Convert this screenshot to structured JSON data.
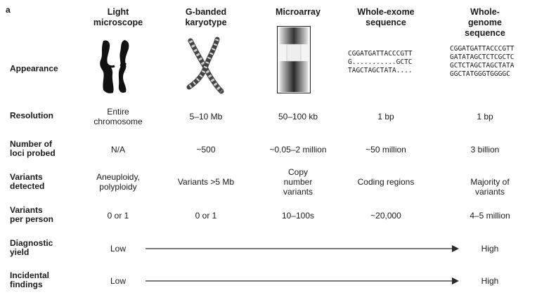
{
  "panel_label": "a",
  "columns": [
    {
      "title": "Light\nmicroscope"
    },
    {
      "title": "G-banded\nkaryotype"
    },
    {
      "title": "Microarray"
    },
    {
      "title": "Whole-exome\nsequence"
    },
    {
      "title": "Whole-genome\nsequence"
    }
  ],
  "rows": {
    "appearance": {
      "label": "Appearance",
      "exome_seq": "CGGATGATTACCCGTT\nG...........GCTC\nTAGCTAGCTATA....",
      "genome_seq": "CGGATGATTACCCGTT\nGATATAGCTCTCGCTC\nGCTCTAGCTAGCTATA\nGGCTATGGGTGGGGC"
    },
    "resolution": {
      "label": "Resolution",
      "values": [
        "Entire\nchromosome",
        "5–10 Mb",
        "50–100 kb",
        "1 bp",
        "1 bp"
      ]
    },
    "loci": {
      "label": "Number of\nloci probed",
      "values": [
        "N/A",
        "~500",
        "~0.05–2 million",
        "~50 million",
        "3 billion"
      ]
    },
    "variants_detected": {
      "label": "Variants\ndetected",
      "values": [
        "Aneuploidy,\npolyploidy",
        "Variants >5 Mb",
        "Copy\nnumber\nvariants",
        "Coding regions",
        "Majority of\nvariants"
      ]
    },
    "variants_per_person": {
      "label": "Variants\nper person",
      "values": [
        "0 or 1",
        "0 or 1",
        "10–100s",
        "~20,000",
        "4–5 million"
      ]
    },
    "diagnostic_yield": {
      "label": "Diagnostic\nyield",
      "low": "Low",
      "high": "High"
    },
    "incidental_findings": {
      "label": "Incidental\nfindings",
      "low": "Low",
      "high": "High"
    }
  },
  "colors": {
    "text": "#1a1a1a",
    "arrow": "#2a2a2a",
    "chromosome": "#111111"
  }
}
